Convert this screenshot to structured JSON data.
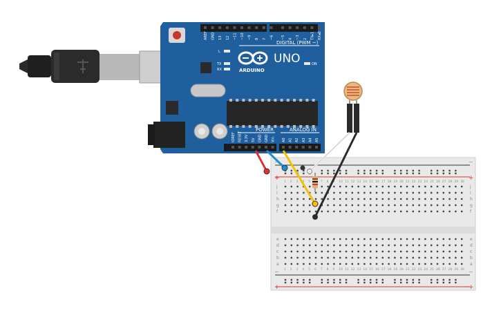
{
  "arduino": {
    "brand": "ARDUINO",
    "model": "UNO",
    "digital_header_label": "DIGITAL (PWM ~)",
    "digital_pins": [
      "AREF",
      "GND",
      "13",
      "12",
      "~11",
      "~10",
      "~9",
      "8",
      "7",
      "~6",
      "~5",
      "4",
      "~3",
      "2",
      "TX▸1",
      "RX◂0"
    ],
    "led_labels": {
      "l": "L",
      "tx": "TX",
      "rx": "RX",
      "on": "ON"
    },
    "power_header_label": "POWER",
    "power_pins": [
      "IOREF",
      "RESET",
      "3.3V",
      "5V",
      "GND",
      "GND",
      "Vin"
    ],
    "analog_header_label": "ANALOG IN",
    "analog_pins": [
      "A0",
      "A1",
      "A2",
      "A3",
      "A4",
      "A5"
    ]
  },
  "breadboard": {
    "plus": "+",
    "minus": "−",
    "row_letters_top": [
      "j",
      "i",
      "h",
      "g",
      "f"
    ],
    "row_letters_bottom": [
      "e",
      "d",
      "c",
      "b",
      "a"
    ],
    "column_count": 30
  },
  "colors": {
    "board_blue": "#1f5f9e",
    "wire_red": "#e0312b",
    "wire_blue": "#1f8fd6",
    "wire_yellow": "#f2c200",
    "wire_black": "#2b2b2b",
    "wire_white": "#f4f4f4",
    "rail_red": "#d9352d",
    "rail_black": "#333333"
  }
}
